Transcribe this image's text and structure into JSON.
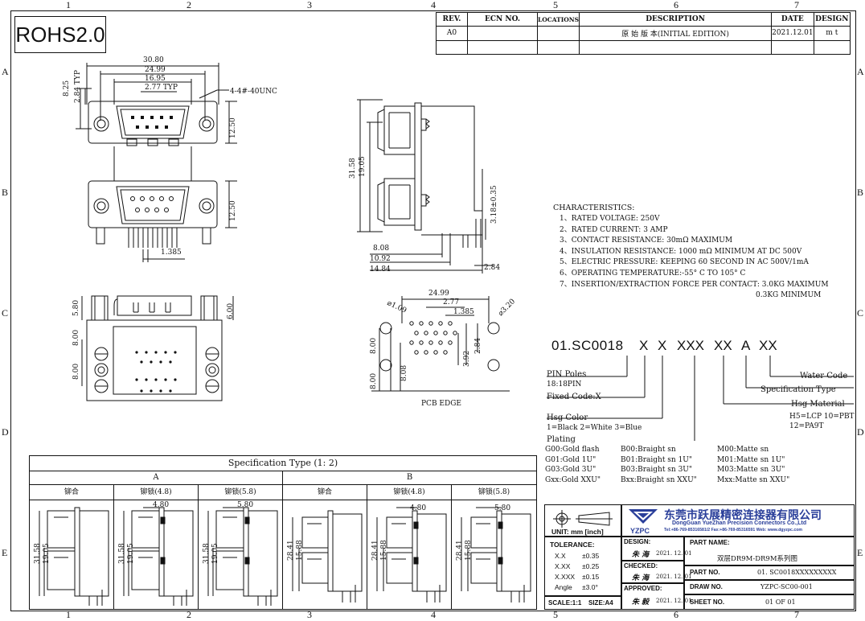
{
  "rohs": "ROHS2.0",
  "zones": {
    "cols": [
      "1",
      "2",
      "3",
      "4",
      "5",
      "6",
      "7"
    ],
    "rows": [
      "A",
      "B",
      "C",
      "D",
      "E"
    ]
  },
  "revision_table": {
    "headers": [
      "REV.",
      "ECN NO.",
      "LOCATIONS",
      "DESCRIPTION",
      "DATE",
      "DESIGN"
    ],
    "row": {
      "rev": "A0",
      "ecn": "",
      "locations": "",
      "description": "原 始 版 本(INITIAL EDITION)",
      "date": "2021.12.01",
      "design": "m  t"
    }
  },
  "dims_front": {
    "d1": "30.80",
    "d2": "24.99",
    "d3": "16.95",
    "d4": "2.77 TYP",
    "d5": "8.25",
    "d6": "2.84 TYP",
    "thread": "4-4#-40UNC",
    "h_top": "12.50",
    "h_bot": "12.50",
    "pitch": "1.385"
  },
  "dims_side": {
    "h1": "31.58",
    "h2": "19.05",
    "h3": "3.18±0.35",
    "w1": "8.08",
    "w2": "10.92",
    "w3": "14.84",
    "w4": "2.84"
  },
  "dims_top": {
    "h1": "5.80",
    "h2": "6.00",
    "h3": "8.00",
    "h4": "8.00"
  },
  "dims_pcb": {
    "d1": "24.99",
    "d2": "2.77",
    "d3": "1.385",
    "hole_small": "1.09",
    "hole_big": "3.20",
    "v1": "8.00",
    "v2": "8.00",
    "v3": "8.08",
    "v4": "2.84",
    "v5": "3.92",
    "label": "PCB EDGE"
  },
  "characteristics": {
    "title": "CHARACTERISTICS:",
    "items": [
      "1、RATED VOLTAGE: 250V",
      "2、RATED CURRENT: 3 AMP",
      "3、CONTACT RESISTANCE: 30mΩ MAXIMUM",
      "4、INSULATION RESISTANCE: 1000 mΩ MINIMUM AT DC 500V",
      "5、ELECTRIC PRESSURE: KEEPING 60 SECOND IN AC 500V/1mA",
      "6、OPERATING TEMPERATURE:-55° C TO 105° C",
      "7、INSERTION/EXTRACTION FORCE PER CONTACT: 3.0KG MAXIMUM"
    ],
    "extra": "0.3KG MINIMUM"
  },
  "part_code": {
    "segments": [
      "01.SC0018",
      "X",
      "X",
      "XXX",
      "XX",
      "A",
      "XX"
    ],
    "pin_poles": "PIN Poles",
    "pin_value": "18:18PIN",
    "fixed_code": "Fixed Code:X",
    "hsg_color": "Hsg Color",
    "hsg_color_opts": "1=Black  2=White 3=Blue",
    "water_code": "Water Code",
    "spec_type": "Specification Type",
    "hsg_material": "Hsg Material",
    "hsg_material_opts1": "H5=LCP 10=PBT",
    "hsg_material_opts2": "12=PA9T",
    "plating": "Plating",
    "plating_rows": [
      [
        "G00:Gold flash",
        "B00:Braight sn",
        "M00:Matte sn"
      ],
      [
        "G01:Gold 1U\"",
        "B01:Braight sn 1U\"",
        "M01:Matte sn 1U\""
      ],
      [
        "G03:Gold 3U\"",
        "B03:Braight sn 3U\"",
        "M03:Matte sn 3U\""
      ],
      [
        "Gxx:Gold XXU\"",
        "Bxx:Braight sn XXU\"",
        "Mxx:Matte sn XXU\""
      ]
    ]
  },
  "spec_table": {
    "title": "Specification Type (1: 2)",
    "group_a": "A",
    "group_b": "B",
    "cols": [
      "铆合",
      "铆锁(4.8)",
      "铆锁(5.8)",
      "铆合",
      "铆锁(4.8)",
      "铆锁(5.8)"
    ],
    "dim_480": "4.80",
    "dim_580": "5.80",
    "a_h1": "31.58",
    "a_h2": "19.05",
    "b_h1": "28.41",
    "b_h2": "15.88"
  },
  "title_block": {
    "unit": "UNIT: mm [inch]",
    "tolerance_title": "TOLERANCE:",
    "tolerances": [
      [
        "X.X",
        "±0.35"
      ],
      [
        "X.XX",
        "±0.25"
      ],
      [
        "X.XXX",
        "±0.15"
      ],
      [
        "Angle",
        "±3.0°"
      ]
    ],
    "scale": "SCALE:1:1",
    "size": "SIZE:A4",
    "design_label": "DESIGN:",
    "checked_label": "CHECKED:",
    "approved_label": "APPROVED:",
    "design_name": "朱 海",
    "checked_name": "朱 海",
    "approved_name": "朱 毅",
    "design_date": "2021. 12. 01",
    "checked_date": "2021. 12. 01",
    "approved_date": "2021. 12. 01",
    "company_cn": "东莞市跃展精密连接器有限公司",
    "company_en": "DongGuan YueZhan Precision Connectors Co.,Ltd",
    "company_contact": "Tel:+86-769-85316581/2 Fax:+86-769-85316591 Web: www.dgyzpc.com",
    "logo_text": "YZPC",
    "part_name_label": "PART NAME:",
    "part_name": "双层DR9M-DR9M系列图",
    "part_no_label": "PART NO.",
    "part_no": "01. SC0018XXXXXXXXX",
    "draw_no_label": "DRAW NO.",
    "draw_no": "YZPC-SC00-001",
    "sheet_no_label": "SHEET NO.",
    "sheet_no": "01 OF 01"
  }
}
